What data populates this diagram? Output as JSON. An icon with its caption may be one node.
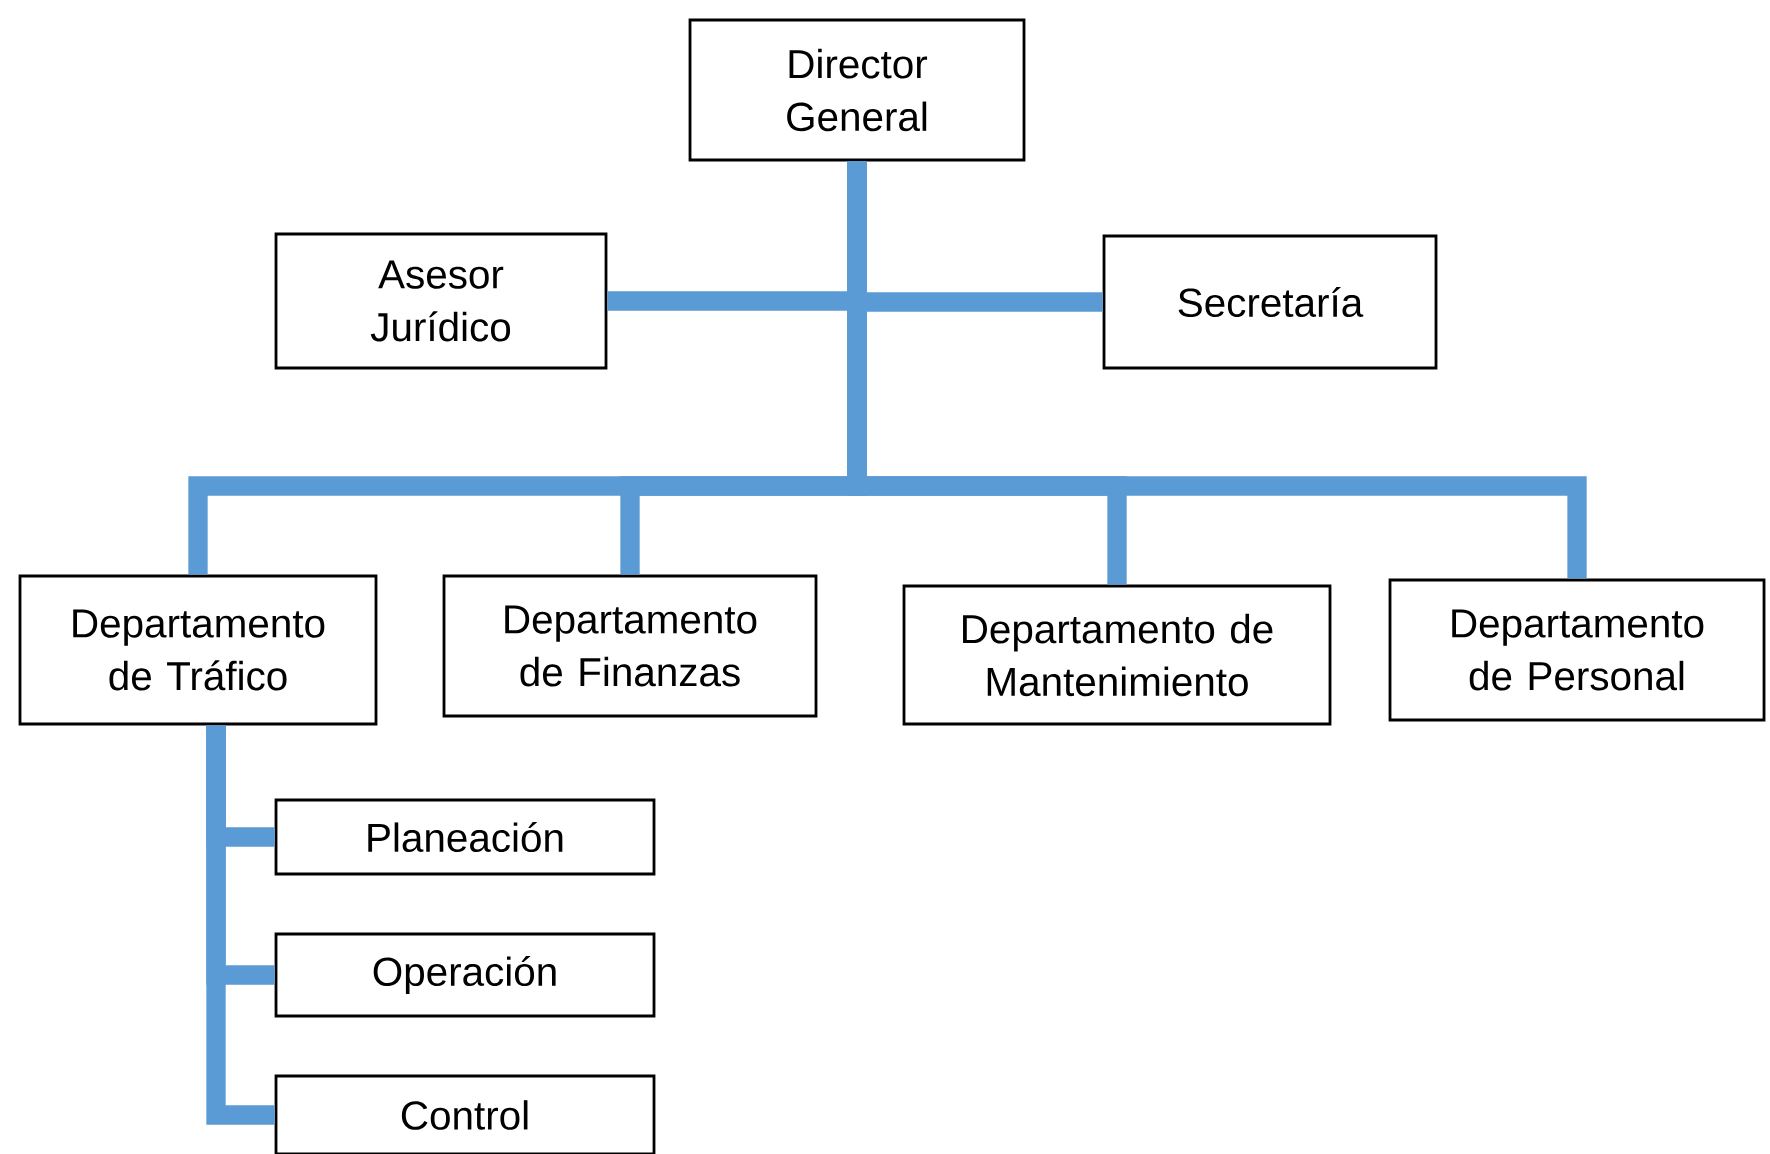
{
  "diagram": {
    "nodes": [
      {
        "text": [
          "Director General"
        ]
      },
      {
        "text": [
          "Asesor Jurídico"
        ]
      },
      {
        "text": [
          "Secretaría"
        ]
      },
      {
        "text": [
          "Departamento de Tráfico"
        ]
      },
      {
        "text": [
          "Departamento de Finanzas"
        ]
      },
      {
        "text": [
          "Departamento de Mantenimiento"
        ]
      },
      {
        "text": [
          "Departamento de Personal"
        ]
      },
      {
        "text": [
          "Planeación"
        ]
      },
      {
        "text": [
          "Operación"
        ]
      },
      {
        "text": [
          "Control"
        ]
      }
    ],
    "edges": [
      {
        "from": 0,
        "to": 1,
        "arrow": "none"
      },
      {
        "from": 0,
        "to": 2,
        "arrow": "none"
      },
      {
        "from": 0,
        "to": 3,
        "arrow": "none"
      },
      {
        "from": 0,
        "to": 4,
        "arrow": "none"
      },
      {
        "from": 0,
        "to": 5,
        "arrow": "none"
      },
      {
        "from": 0,
        "to": 6,
        "arrow": "none"
      },
      {
        "from": 3,
        "to": 7,
        "arrow": "none"
      },
      {
        "from": 3,
        "to": 8,
        "arrow": "none"
      },
      {
        "from": 3,
        "to": 9,
        "arrow": "none"
      }
    ]
  }
}
